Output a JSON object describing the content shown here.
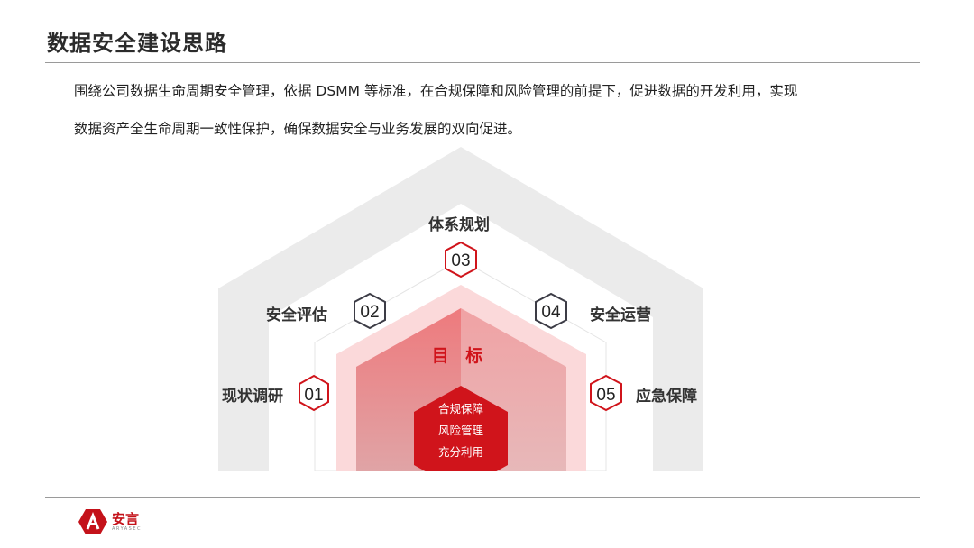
{
  "page": {
    "title": "数据安全建设思路",
    "intro_line1": "围绕公司数据生命周期安全管理，依据 DSMM 等标准，在合规保障和风险管理的前提下，促进数据的开发利用，实现",
    "intro_line2": "数据资产全生命周期一致性保护，确保数据安全与业务发展的双向促进。"
  },
  "diagram": {
    "steps": [
      {
        "num": "01",
        "label": "现状调研"
      },
      {
        "num": "02",
        "label": "安全评估"
      },
      {
        "num": "03",
        "label": "体系规划"
      },
      {
        "num": "04",
        "label": "安全运营"
      },
      {
        "num": "05",
        "label": "应急保障"
      }
    ],
    "goal": "目 标",
    "goal_items": [
      "合规保障",
      "风险管理",
      "充分利用"
    ]
  },
  "brand": {
    "name": "安言",
    "sub": "ARYASEC"
  },
  "colors": {
    "accent": "#d0141b",
    "hex_border_dark": "#3c3c46"
  }
}
